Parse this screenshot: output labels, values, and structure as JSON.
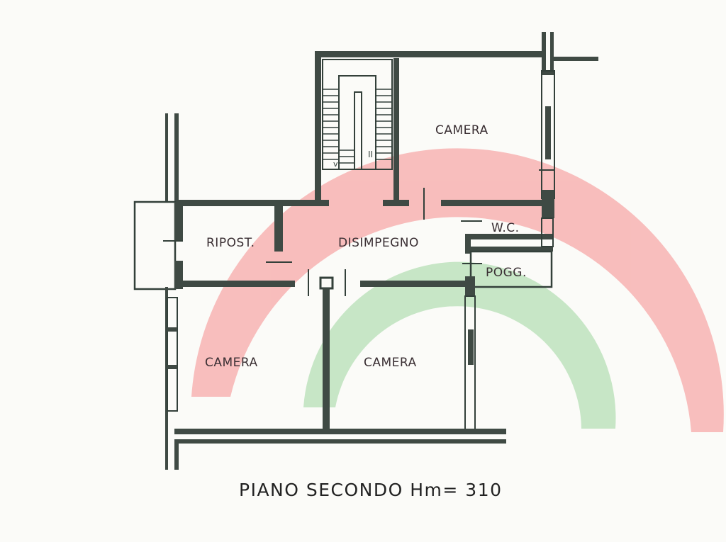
{
  "rooms": {
    "camera_top": "CAMERA",
    "wc": "W.C.",
    "ripost": "RIPOST.",
    "disimpegno": "DISIMPEGNO",
    "pogg": "POGG.",
    "camera_left": "CAMERA",
    "camera_center": "CAMERA"
  },
  "stairs_marks": {
    "down": "v",
    "up": "II"
  },
  "caption": "PIANO SECONDO Hm= 310",
  "watermark_colors": {
    "red": "#f7a9a9",
    "green": "#b6e0b6"
  }
}
